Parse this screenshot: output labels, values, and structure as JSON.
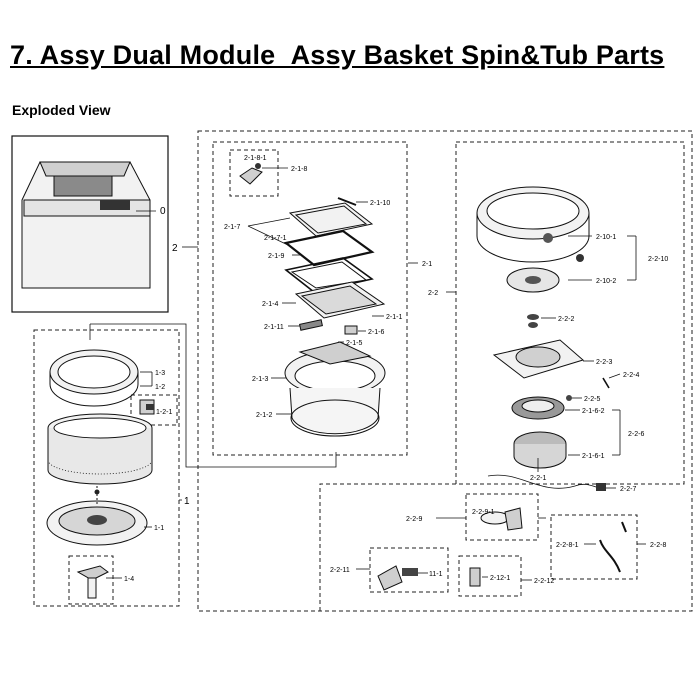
{
  "page": {
    "title": "7.  Assy Dual Module_Assy Basket Spin&Tub Parts",
    "subtitle": "Exploded View"
  },
  "labels": {
    "l0": "0",
    "l1": "1",
    "l2": "2",
    "l1_1": "1-1",
    "l1_2": "1-2",
    "l1_2_1": "1-2-1",
    "l1_3": "1-3",
    "l1_4": "1-4",
    "l2_1": "2-1",
    "l2_2": "2-2",
    "l2_1_1": "2-1-1",
    "l2_1_2": "2-1-2",
    "l2_1_3": "2-1-3",
    "l2_1_4": "2-1-4",
    "l2_1_5": "2-1-5",
    "l2_1_6": "2-1-6",
    "l2_1_7": "2-1-7",
    "l2_1_7_1": "2-1-7-1",
    "l2_1_8": "2-1-8",
    "l2_1_8_1": "2-1-8-1",
    "l2_1_9": "2-1-9",
    "l2_1_10": "2-1-10",
    "l2_1_11": "2-1-11",
    "l2_2_1": "2-2-1",
    "l2_2_2": "2-2-2",
    "l2_2_3": "2-2-3",
    "l2_2_4": "2-2-4",
    "l2_2_5": "2-2-5",
    "l2_2_6": "2-2-6",
    "l2_2_6_1": "2-1-6-1",
    "l2_2_6_2": "2-1-6-2",
    "l2_2_7": "2-2-7",
    "l2_2_8": "2-2-8",
    "l2_2_8_1": "2-2-8-1",
    "l2_2_9": "2-2-9",
    "l2_2_9_1": "2-2-9-1",
    "l2_2_10": "2-2-10",
    "l2_2_10_1": "2-10-1",
    "l2_2_10_2": "2-10-2",
    "l2_2_11": "2-2-11",
    "l2_2_11_1": "11-1",
    "l2_2_12": "2-2-12",
    "l2_2_12_1": "2-12-1"
  }
}
